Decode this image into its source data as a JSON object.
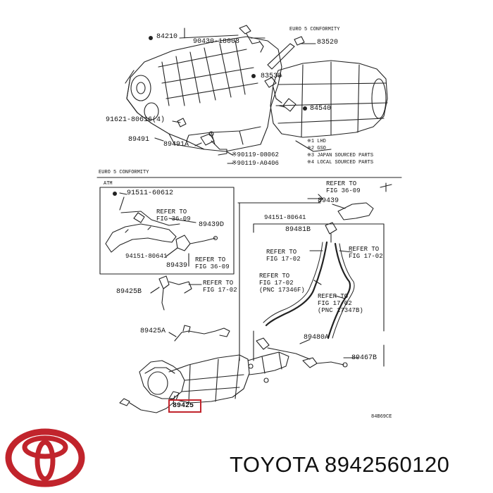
{
  "engine": {
    "euro5_top": "EURO 5 CONFORMITY",
    "labels": {
      "p84210": "84210",
      "p90430": "90430-18008",
      "p83520": "83520",
      "p83530": "83530",
      "p84540": "84540",
      "p91621": "91621-80616(4)",
      "p89491": "89491",
      "p89491A": "89491A",
      "p90119a": "※90119-08062",
      "p90119b": "※90119-A0406"
    },
    "legend": [
      "※1 LHD",
      "※2 GSO",
      "※3 JAPAN SOURCED PARTS",
      "※4 LOCAL SOURCED PARTS"
    ]
  },
  "exhaust": {
    "euro5_section": "EURO 5 CONFORMITY",
    "inset_tag": "ATM",
    "labels": {
      "p91511": "91511-60612",
      "ref3609_inset": "REFER TO\nFIG 36-09",
      "p89439D": "89439D",
      "p94151_inset": "94151-80641",
      "p89439": "89439",
      "ref3609_inset2": "REFER TO\nFIG 36-09",
      "p89425B": "89425B",
      "ref1702_a": "REFER TO\nFIG 17-02",
      "p89425A": "89425A",
      "ref3609_right": "REFER TO\nFIG 36-09",
      "p89439_right": "89439",
      "p94151_right": "94151-80641",
      "p89481B": "89481B",
      "ref1702_b": "REFER TO\nFIG 17-02",
      "ref1702_c": "REFER TO\nFIG 17-02",
      "ref1702_d": "REFER TO\nFIG 17-02\n(PNC 17346F)",
      "ref1702_e": "REFER TO\nFIG 17-02\n(PNC 17347B)",
      "p89480A": "89480A",
      "p89467B": "89467B",
      "p89425": "89425",
      "figcode": "84B69CE"
    }
  },
  "brand": {
    "name": "TOYOTA",
    "part_number": "8942560120",
    "logo_color": "#c1242c"
  },
  "highlight_color": "#c1242c"
}
